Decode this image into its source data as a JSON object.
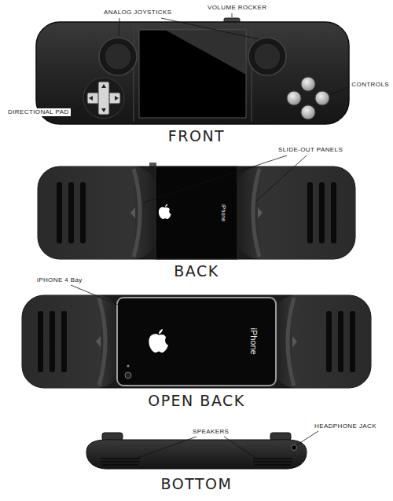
{
  "diagram": {
    "labels": [
      "ANALOG JOYSTICKS",
      "VOLUME ROCKER",
      "CONTROLS",
      "DIRECTIONAL PAD",
      "FRONT",
      "SLIDE-OUT PANELS",
      "BACK",
      "iPhone",
      "iPHONE 4 Bay",
      "iPhone",
      "OPEN BACK",
      "SPEAKERS",
      "HEADPHONE JACK",
      "BOTTOM"
    ]
  }
}
